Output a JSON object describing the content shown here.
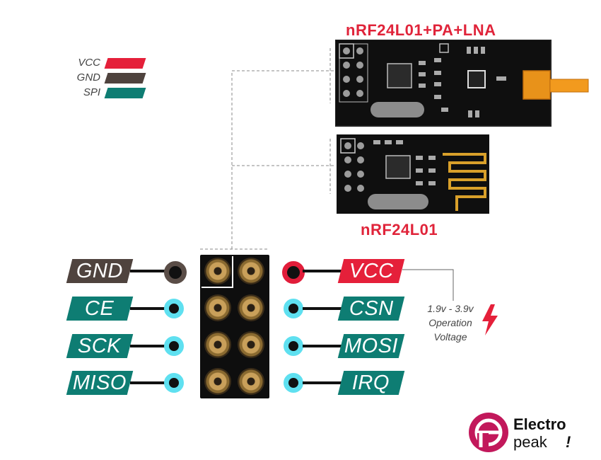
{
  "legend": [
    {
      "label": "VCC",
      "color": "#e5203a"
    },
    {
      "label": "GND",
      "color": "#4f433e"
    },
    {
      "label": "SPI",
      "color": "#0e7d73"
    }
  ],
  "modules": {
    "top_title": "nRF24L01+PA+LNA",
    "bottom_title": "nRF24L01"
  },
  "pins_left": [
    {
      "label": "GND",
      "type": "gnd",
      "color": "#4f433e"
    },
    {
      "label": "CE",
      "type": "spi",
      "color": "#0e7d73"
    },
    {
      "label": "SCK",
      "type": "spi",
      "color": "#0e7d73"
    },
    {
      "label": "MISO",
      "type": "spi",
      "color": "#0e7d73"
    }
  ],
  "pins_right": [
    {
      "label": "VCC",
      "type": "vcc",
      "color": "#e5203a"
    },
    {
      "label": "CSN",
      "type": "spi",
      "color": "#0e7d73"
    },
    {
      "label": "MOSI",
      "type": "spi",
      "color": "#0e7d73"
    },
    {
      "label": "IRQ",
      "type": "spi",
      "color": "#0e7d73"
    }
  ],
  "voltage_note": {
    "range": "1.9v - 3.9v",
    "line1": "Operation",
    "line2": "Voltage",
    "icon": "lightning-icon"
  },
  "brand": {
    "line1": "Electro",
    "line2": "peak",
    "mark": "!",
    "logo_color": "#c2185b"
  }
}
